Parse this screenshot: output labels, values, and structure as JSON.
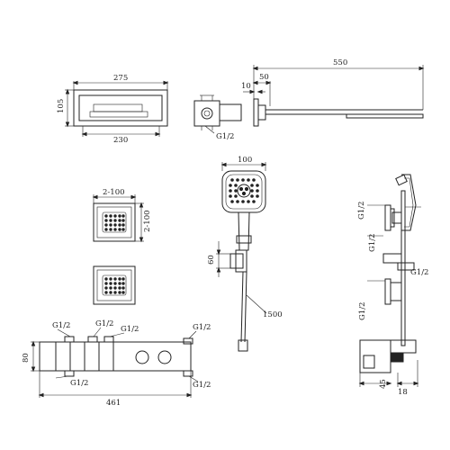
{
  "dims": {
    "head_width": "275",
    "head_height": "105",
    "head_inner_width": "230",
    "arm_length": "550",
    "arm_offset_50": "50",
    "arm_offset_10": "10",
    "valve_thread": "G1/2",
    "body_jet_width": "2-100",
    "body_jet_height": "2-100",
    "hand_shower_width": "100",
    "holder_size": "60",
    "hose_length": "1500",
    "side_thread_1": "G1/2",
    "side_thread_2": "G1/2",
    "side_thread_3": "G1/2",
    "side_diameter": "45",
    "side_depth": "18",
    "panel_thread_1": "G1/2",
    "panel_thread_2": "G1/2",
    "panel_thread_3": "G1/2",
    "panel_thread_4": "G1/2",
    "panel_thread_5": "G1/2",
    "panel_thread_6": "G1/2",
    "panel_height": "80",
    "panel_width": "461"
  }
}
